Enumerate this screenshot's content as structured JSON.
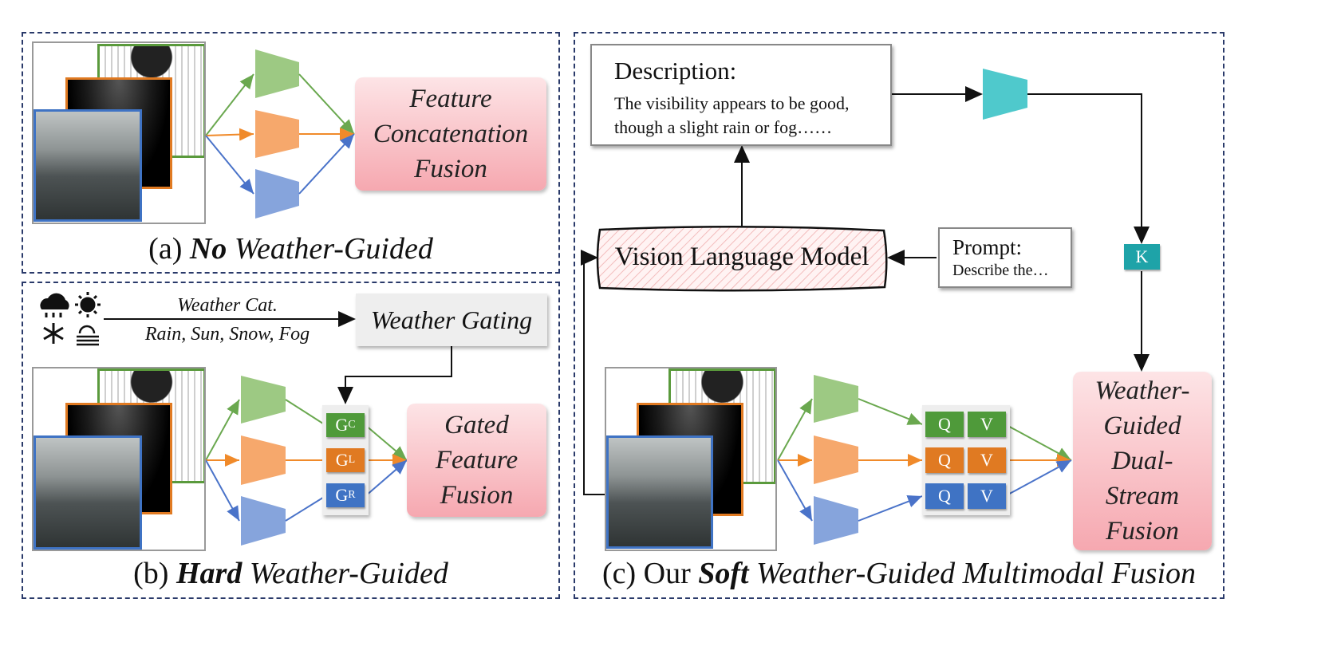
{
  "panel_a": {
    "caption_prefix": "(a) ",
    "caption_bold": "No",
    "caption_suffix": " Weather-Guided",
    "fusion_lines": [
      "Feature",
      "Concatenation",
      "Fusion"
    ]
  },
  "panel_b": {
    "caption_prefix": "(b) ",
    "caption_bold": "Hard",
    "caption_suffix": " Weather-Guided",
    "weather_label": "Weather Cat.",
    "weather_classes": "Rain, Sun, Snow, Fog",
    "gating_label": "Weather Gating",
    "gate_labels": [
      {
        "main": "G",
        "sub": "C"
      },
      {
        "main": "G",
        "sub": "L"
      },
      {
        "main": "G",
        "sub": "R"
      }
    ],
    "fusion_lines": [
      "Gated",
      "Feature",
      "Fusion"
    ],
    "weather_icons": [
      "rain-cloud-icon",
      "sun-icon",
      "snowflake-icon",
      "fog-icon"
    ]
  },
  "panel_c": {
    "caption_prefix": "(c) Our ",
    "caption_bold": "Soft",
    "caption_suffix": " Weather-Guided Multimodal Fusion",
    "description_title": "Description:",
    "description_lines": [
      "The visibility appears to be good,",
      "though a slight rain or fog……"
    ],
    "vlm_label": "Vision Language Model",
    "prompt_title": "Prompt:",
    "prompt_text": "Describe the…",
    "key_label": "K",
    "q_label": "Q",
    "v_label": "V",
    "fusion_lines": [
      "Weather-",
      "Guided",
      "Dual-",
      "Stream",
      "Fusion"
    ]
  },
  "colors": {
    "green": "#9dc983",
    "orange": "#f6a86c",
    "blue": "#86a4dc",
    "teal": "#4fc9cc",
    "chip_green": "#4f9a3a",
    "chip_orange": "#e07a22",
    "chip_blue": "#3f73c4",
    "line_green": "#6aa84f",
    "line_orange": "#f08a2a",
    "line_blue": "#4a73c9",
    "border": "#2a3a6a"
  }
}
